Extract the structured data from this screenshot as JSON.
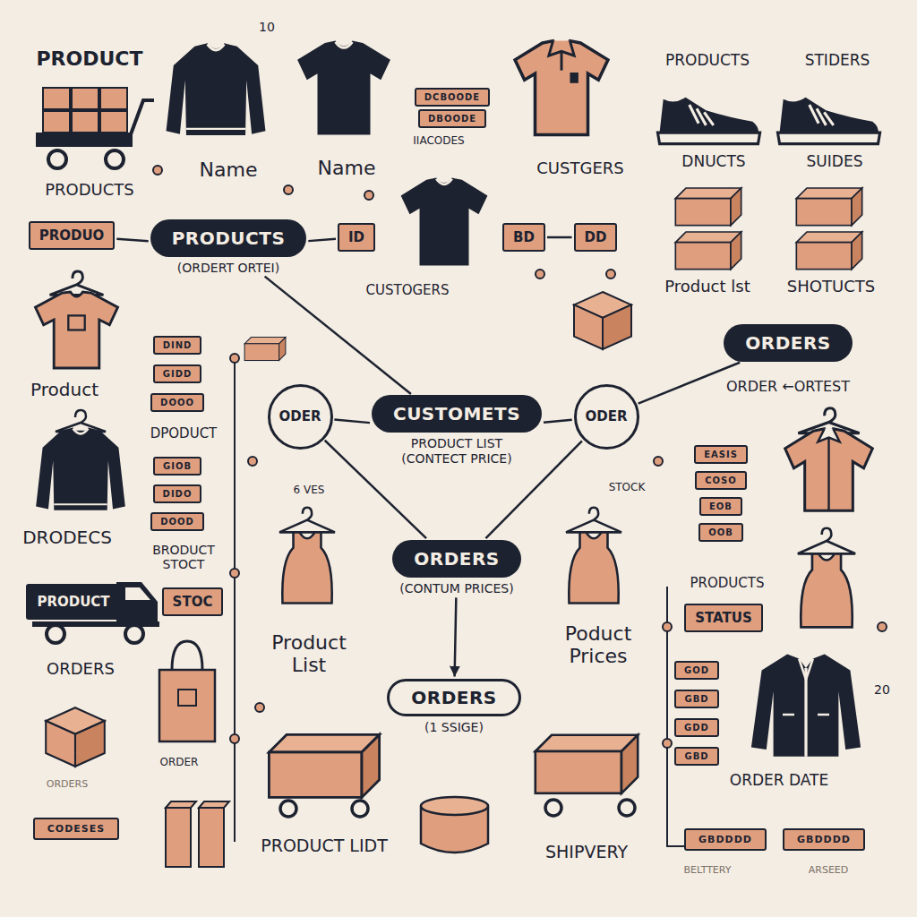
{
  "diagram": {
    "nodes": [
      {
        "text": [
          "DCBOODE"
        ]
      },
      {
        "text": [
          "DBOODE"
        ]
      },
      {
        "text": [
          "PRODUO"
        ]
      },
      {
        "text": [
          "PRODUCTS",
          "(ORDERT ORTEI)"
        ]
      },
      {
        "text": [
          "ID"
        ]
      },
      {
        "text": [
          "BD"
        ]
      },
      {
        "text": [
          "DD"
        ]
      },
      {
        "text": [
          "ORDERS"
        ]
      },
      {
        "text": [
          "DIND"
        ]
      },
      {
        "text": [
          "GIDD"
        ]
      },
      {
        "text": [
          "DOOO"
        ]
      },
      {
        "text": [
          "ODER"
        ]
      },
      {
        "text": [
          "CUSTOMETS",
          "PRODUCT LIST (CONTECT PRICE)"
        ]
      },
      {
        "text": [
          "ODER"
        ]
      },
      {
        "text": [
          "EASIS"
        ]
      },
      {
        "text": [
          "GIOB"
        ]
      },
      {
        "text": [
          "COSO"
        ]
      },
      {
        "text": [
          "DIDO"
        ]
      },
      {
        "text": [
          "EOB"
        ]
      },
      {
        "text": [
          "DOOD"
        ]
      },
      {
        "text": [
          "OOB"
        ]
      },
      {
        "text": [
          "ORDERS",
          "(CONTUM PRICES)"
        ]
      },
      {
        "text": [
          "PRODUCT"
        ]
      },
      {
        "text": [
          "STOC"
        ]
      },
      {
        "text": [
          "STATUS"
        ]
      },
      {
        "text": [
          "GOD"
        ]
      },
      {
        "text": [
          "ORDERS",
          "(1 SSIGE)"
        ]
      },
      {
        "text": [
          "GBD"
        ]
      },
      {
        "text": [
          "GDD"
        ]
      },
      {
        "text": [
          "GBD"
        ]
      },
      {
        "text": [
          "CODESES"
        ]
      },
      {
        "text": [
          "GBDDDD"
        ]
      },
      {
        "text": [
          "GBDDDD"
        ]
      }
    ],
    "edges": [
      {
        "from": 2,
        "to": 3,
        "arrow": "none"
      },
      {
        "from": 3,
        "to": 4,
        "arrow": "none"
      },
      {
        "from": 5,
        "to": 6,
        "arrow": "none"
      },
      {
        "from": 3,
        "to": 12,
        "arrow": "none"
      },
      {
        "from": 11,
        "to": 12,
        "arrow": "none"
      },
      {
        "from": 12,
        "to": 13,
        "arrow": "none"
      },
      {
        "from": 13,
        "to": 7,
        "arrow": "none"
      },
      {
        "from": 11,
        "to": 21,
        "arrow": "none"
      },
      {
        "from": 13,
        "to": 21,
        "arrow": "none"
      },
      {
        "from": 21,
        "to": 26,
        "arrow": "to"
      }
    ],
    "labels": [
      "PRODUCT",
      "10",
      "PRODUCTS",
      "Name",
      "Name",
      "IIACODES",
      "PRODUCTS",
      "STIDERS",
      "CUSTGERS",
      "DNUCTS",
      "SUIDES",
      "Product lst",
      "SHOTUCTS",
      "CUSTOGERS",
      "Product",
      "ORDER ←ORTEST",
      "DPODUCT",
      "6 VES",
      "STOCK",
      "DRODECS",
      "BRODUCT STOCT",
      "PRODUCTS",
      "Product List",
      "Poduct Prices",
      "ORDERS",
      "20",
      "ORDER",
      "ORDERS",
      "ORDER DATE",
      "PRODUCT LIDT",
      "SHIPVERY",
      "BELTTERY",
      "ARSEED"
    ]
  }
}
